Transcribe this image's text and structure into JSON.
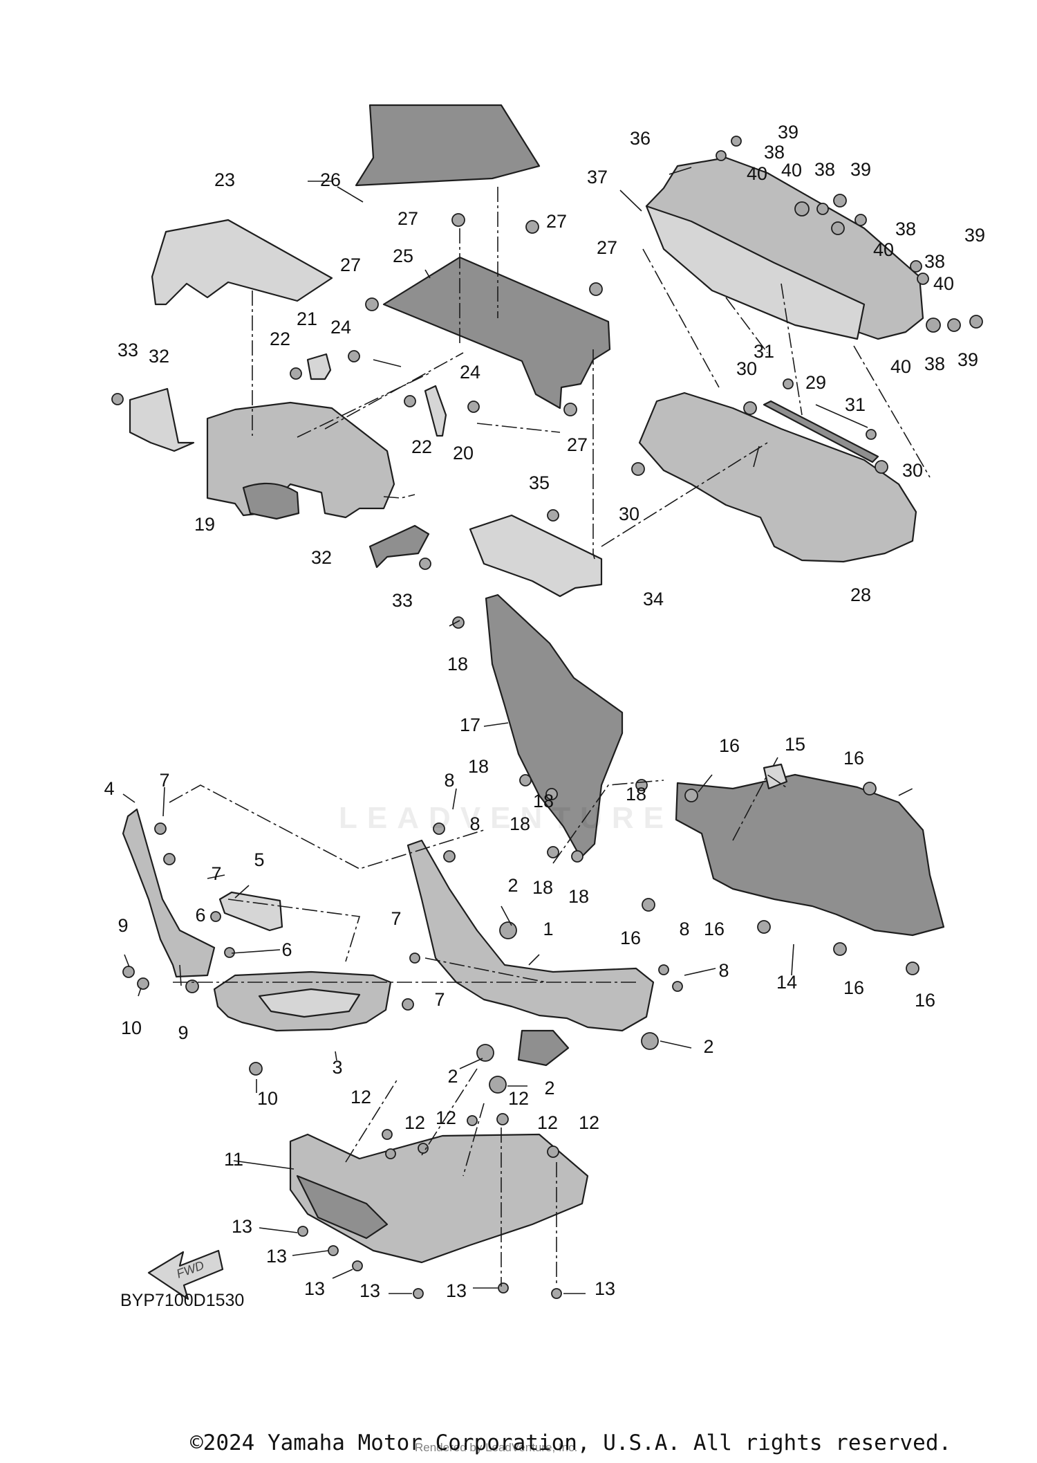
{
  "diagram": {
    "code": "BYP7100D1530",
    "fwd_label": "FWD",
    "watermark": "LEADVENTURE",
    "copyright": "©2024 Yamaha Motor Corporation, U.S.A. All rights reserved.",
    "rendered_by": "Rendered by LeadVenture, Inc.",
    "callouts": [
      "1",
      "2",
      "3",
      "4",
      "5",
      "6",
      "7",
      "8",
      "9",
      "10",
      "11",
      "12",
      "13",
      "14",
      "15",
      "16",
      "17",
      "18",
      "19",
      "20",
      "21",
      "22",
      "23",
      "24",
      "25",
      "26",
      "27",
      "28",
      "29",
      "30",
      "31",
      "32",
      "33",
      "34",
      "35",
      "36",
      "37",
      "38",
      "39",
      "40"
    ]
  }
}
